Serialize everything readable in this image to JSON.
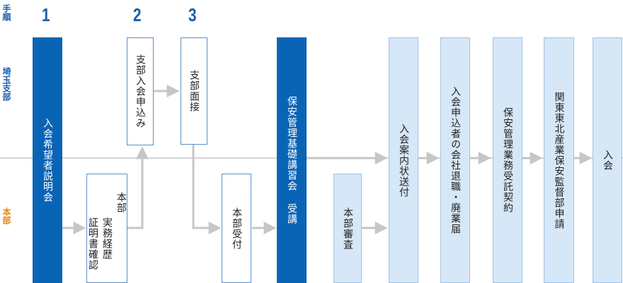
{
  "lanes": {
    "steps_label": "手順",
    "branch": "埼玉支部",
    "headquarters": "本部"
  },
  "steps": [
    "1",
    "2",
    "3"
  ],
  "nodes": {
    "briefing": "入会希望者説明会",
    "branch_application": "支部入会申込み",
    "branch_interview": "支部面接",
    "hq_review_title": "本部",
    "hq_review_body_1": "実務経歴",
    "hq_review_body_2": "証明書確認",
    "hq_reception": "本部受付",
    "training": "保安管理基礎講習会 受講",
    "hq_examination": "本部審査",
    "admission_notice": "入会案内状送付",
    "resignation": "入会申込者の会社退職・廃業届",
    "contract": "保安管理業務受託契約",
    "application_kanto": "関東東北産業保安監督部申請",
    "admission": "入会"
  },
  "colors": {
    "accent_dark": "#0a64b6",
    "accent_light": "#d6e7f7",
    "branch_label": "#1a5ea8",
    "hq_label": "#e8840c",
    "arrow": "#c6c6c6"
  }
}
